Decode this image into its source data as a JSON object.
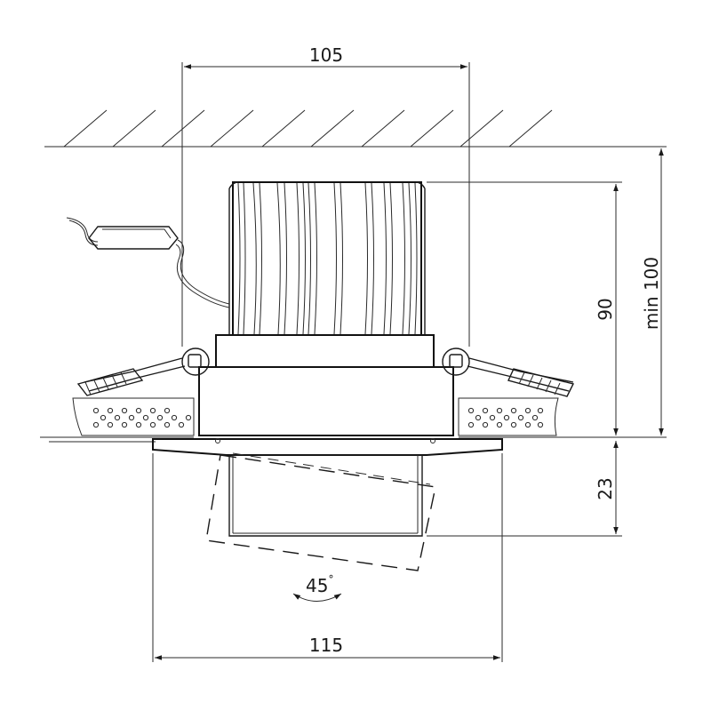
{
  "dimensions": {
    "top_width": "105",
    "bottom_width": "115",
    "body_height": "90",
    "min_cutout_height": "min 100",
    "protrusion_height": "23",
    "tilt_angle": "45",
    "tilt_unit": "°"
  }
}
